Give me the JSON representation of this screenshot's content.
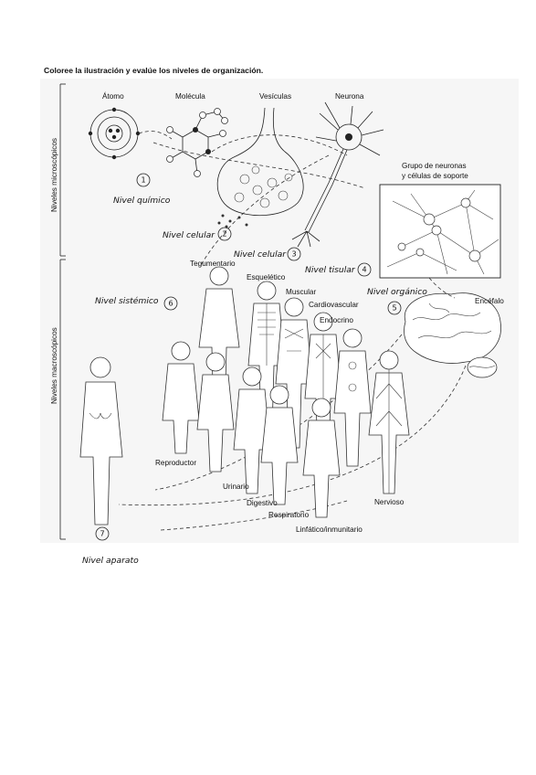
{
  "title": "Coloree la ilustración y evalúe los niveles de organización.",
  "side_labels": {
    "microscopic": "Niveles microscópicos",
    "macroscopic": "Niveles macroscópicos"
  },
  "top_labels": {
    "atom": "Átomo",
    "molecule": "Molécula",
    "vesicles": "Vesículas",
    "neuron": "Neurona"
  },
  "tissue_label": {
    "line1": "Grupo de neuronas",
    "line2": "y células de soporte"
  },
  "system_labels": {
    "integumentary": "Tegumentario",
    "skeletal": "Esquelético",
    "muscular": "Muscular",
    "cardiovascular": "Cardiovascular",
    "endocrine": "Endocrino",
    "reproductive": "Reproductor",
    "urinary": "Urinario",
    "digestive": "Digestivo",
    "respiratory": "Respiratorio",
    "lymphatic": "Linfático/inmunitario",
    "nervous": "Nervioso",
    "brain": "Encéfalo"
  },
  "levels": [
    {
      "number": "1",
      "label": "Nivel químico"
    },
    {
      "number": "2",
      "label": "Nivel celular"
    },
    {
      "number": "3",
      "label": "Nivel celular"
    },
    {
      "number": "4",
      "label": "Nivel tisular"
    },
    {
      "number": "5",
      "label": "Nivel orgánico"
    },
    {
      "number": "6",
      "label": "Nivel sistémico"
    },
    {
      "number": "7",
      "label": "Nivel aparato"
    }
  ]
}
